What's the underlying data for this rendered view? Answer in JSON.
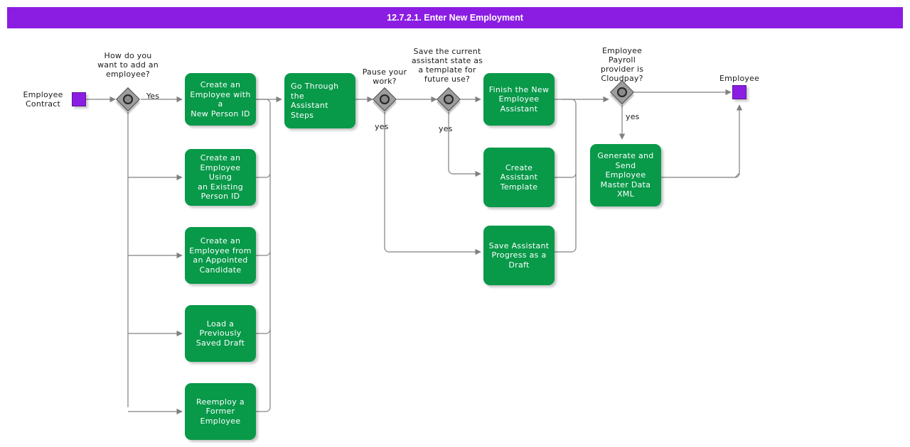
{
  "header": {
    "title": "12.7.2.1. Enter New Employment",
    "bar_color": "#8B1DE3",
    "text_color": "#FFFFFF"
  },
  "theme": {
    "task_fill": "#089949",
    "task_text": "#FFFFFF",
    "gateway_fill": "#9D9D9D",
    "gateway_stroke": "#4D4D4D",
    "event_fill": "#8B1DE3",
    "edge_color": "#808080",
    "canvas": "#FFFFFF"
  },
  "diagram": {
    "type": "bpmn-flowchart",
    "start_event": {
      "label": "Employee\nContract",
      "shape": "square",
      "color": "#8B1DE3"
    },
    "end_event": {
      "label": "Employee",
      "shape": "square",
      "color": "#8B1DE3"
    },
    "gateways": [
      {
        "id": "gw1",
        "question": "How do you\nwant to add an\nemployee?",
        "out_label": "Yes"
      },
      {
        "id": "gw2",
        "question": "Pause your\nwork?",
        "out_label": "yes"
      },
      {
        "id": "gw3",
        "question": "Save the current\nassistant state as\na template for\nfuture use?",
        "out_label": "yes"
      },
      {
        "id": "gw4",
        "question": "Employee\nPayroll\nprovider is\nCloudpay?",
        "out_label": "yes"
      }
    ],
    "tasks": [
      {
        "id": "t1",
        "label": "Create an\nEmployee with a\nNew Person ID"
      },
      {
        "id": "t2",
        "label": "Create an\nEmployee Using\nan Existing\nPerson ID"
      },
      {
        "id": "t3",
        "label": "Create an\nEmployee from\nan Appointed\nCandidate"
      },
      {
        "id": "t4",
        "label": "Load a\nPreviously\nSaved Draft"
      },
      {
        "id": "t5",
        "label": "Reemploy a\nFormer\nEmployee"
      },
      {
        "id": "t6",
        "label": "Go Through the\nAssistant Steps"
      },
      {
        "id": "t7",
        "label": "Finish the New\nEmployee\nAssistant"
      },
      {
        "id": "t8",
        "label": "Create Assistant\nTemplate"
      },
      {
        "id": "t9",
        "label": "Save Assistant\nProgress as a\nDraft"
      },
      {
        "id": "t10",
        "label": "Generate and\nSend Employee\nMaster Data XML"
      }
    ],
    "edge_labels": {
      "gw1_yes": "Yes",
      "gw2_yes": "yes",
      "gw3_yes": "yes",
      "gw4_yes": "yes"
    }
  }
}
